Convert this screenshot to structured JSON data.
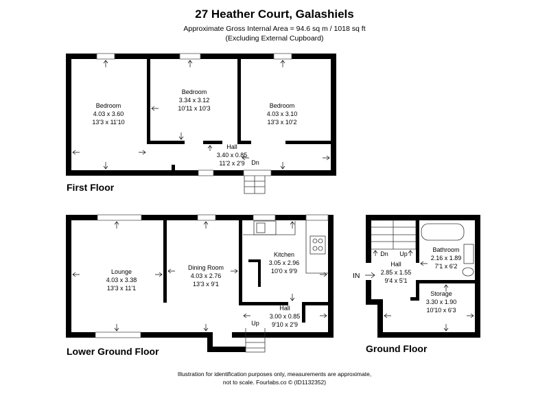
{
  "header": {
    "title": "27 Heather Court, Galashiels",
    "area_line": "Approximate Gross Internal Area = 94.6 sq m / 1018 sq ft",
    "excl_line": "(Excluding External Cupboard)"
  },
  "floors": {
    "first": "First Floor",
    "lower_ground": "Lower Ground Floor",
    "ground": "Ground Floor"
  },
  "rooms": {
    "ff_bed1": {
      "name": "Bedroom",
      "metric": "4.03 x 3.60",
      "imperial": "13'3 x 11'10"
    },
    "ff_bed2": {
      "name": "Bedroom",
      "metric": "3.34 x 3.12",
      "imperial": "10'11 x 10'3"
    },
    "ff_bed3": {
      "name": "Bedroom",
      "metric": "4.03 x 3.10",
      "imperial": "13'3 x 10'2"
    },
    "ff_hall": {
      "name": "Hall",
      "metric": "3.40 x 0.85",
      "imperial": "11'2 x 2'9"
    },
    "lg_lounge": {
      "name": "Lounge",
      "metric": "4.03 x 3.38",
      "imperial": "13'3 x 11'1"
    },
    "lg_dining": {
      "name": "Dining Room",
      "metric": "4.03 x 2.76",
      "imperial": "13'3 x 9'1"
    },
    "lg_kitchen": {
      "name": "Kitchen",
      "metric": "3.05 x 2.96",
      "imperial": "10'0 x 9'9"
    },
    "lg_hall": {
      "name": "Hall",
      "metric": "3.00 x 0.85",
      "imperial": "9'10 x 2'9"
    },
    "gf_bath": {
      "name": "Bathroom",
      "metric": "2.16 x 1.89",
      "imperial": "7'1 x 6'2"
    },
    "gf_hall": {
      "name": "Hall",
      "metric": "2.85 x 1.55",
      "imperial": "9'4 x 5'1"
    },
    "gf_storage": {
      "name": "Storage",
      "metric": "3.30 x 1.90",
      "imperial": "10'10 x 6'3"
    }
  },
  "stair_labels": {
    "ff_dn": "Dn",
    "lg_up": "Up",
    "gf_dn": "Dn",
    "gf_up": "Up",
    "gf_in": "IN"
  },
  "disclaimer": {
    "line1": "Illustration for identification purposes only, measurements are approximate,",
    "line2": "not to scale. Fourlabs.co © (ID1132352)"
  },
  "colors": {
    "wall": "#000000",
    "background": "#ffffff"
  }
}
